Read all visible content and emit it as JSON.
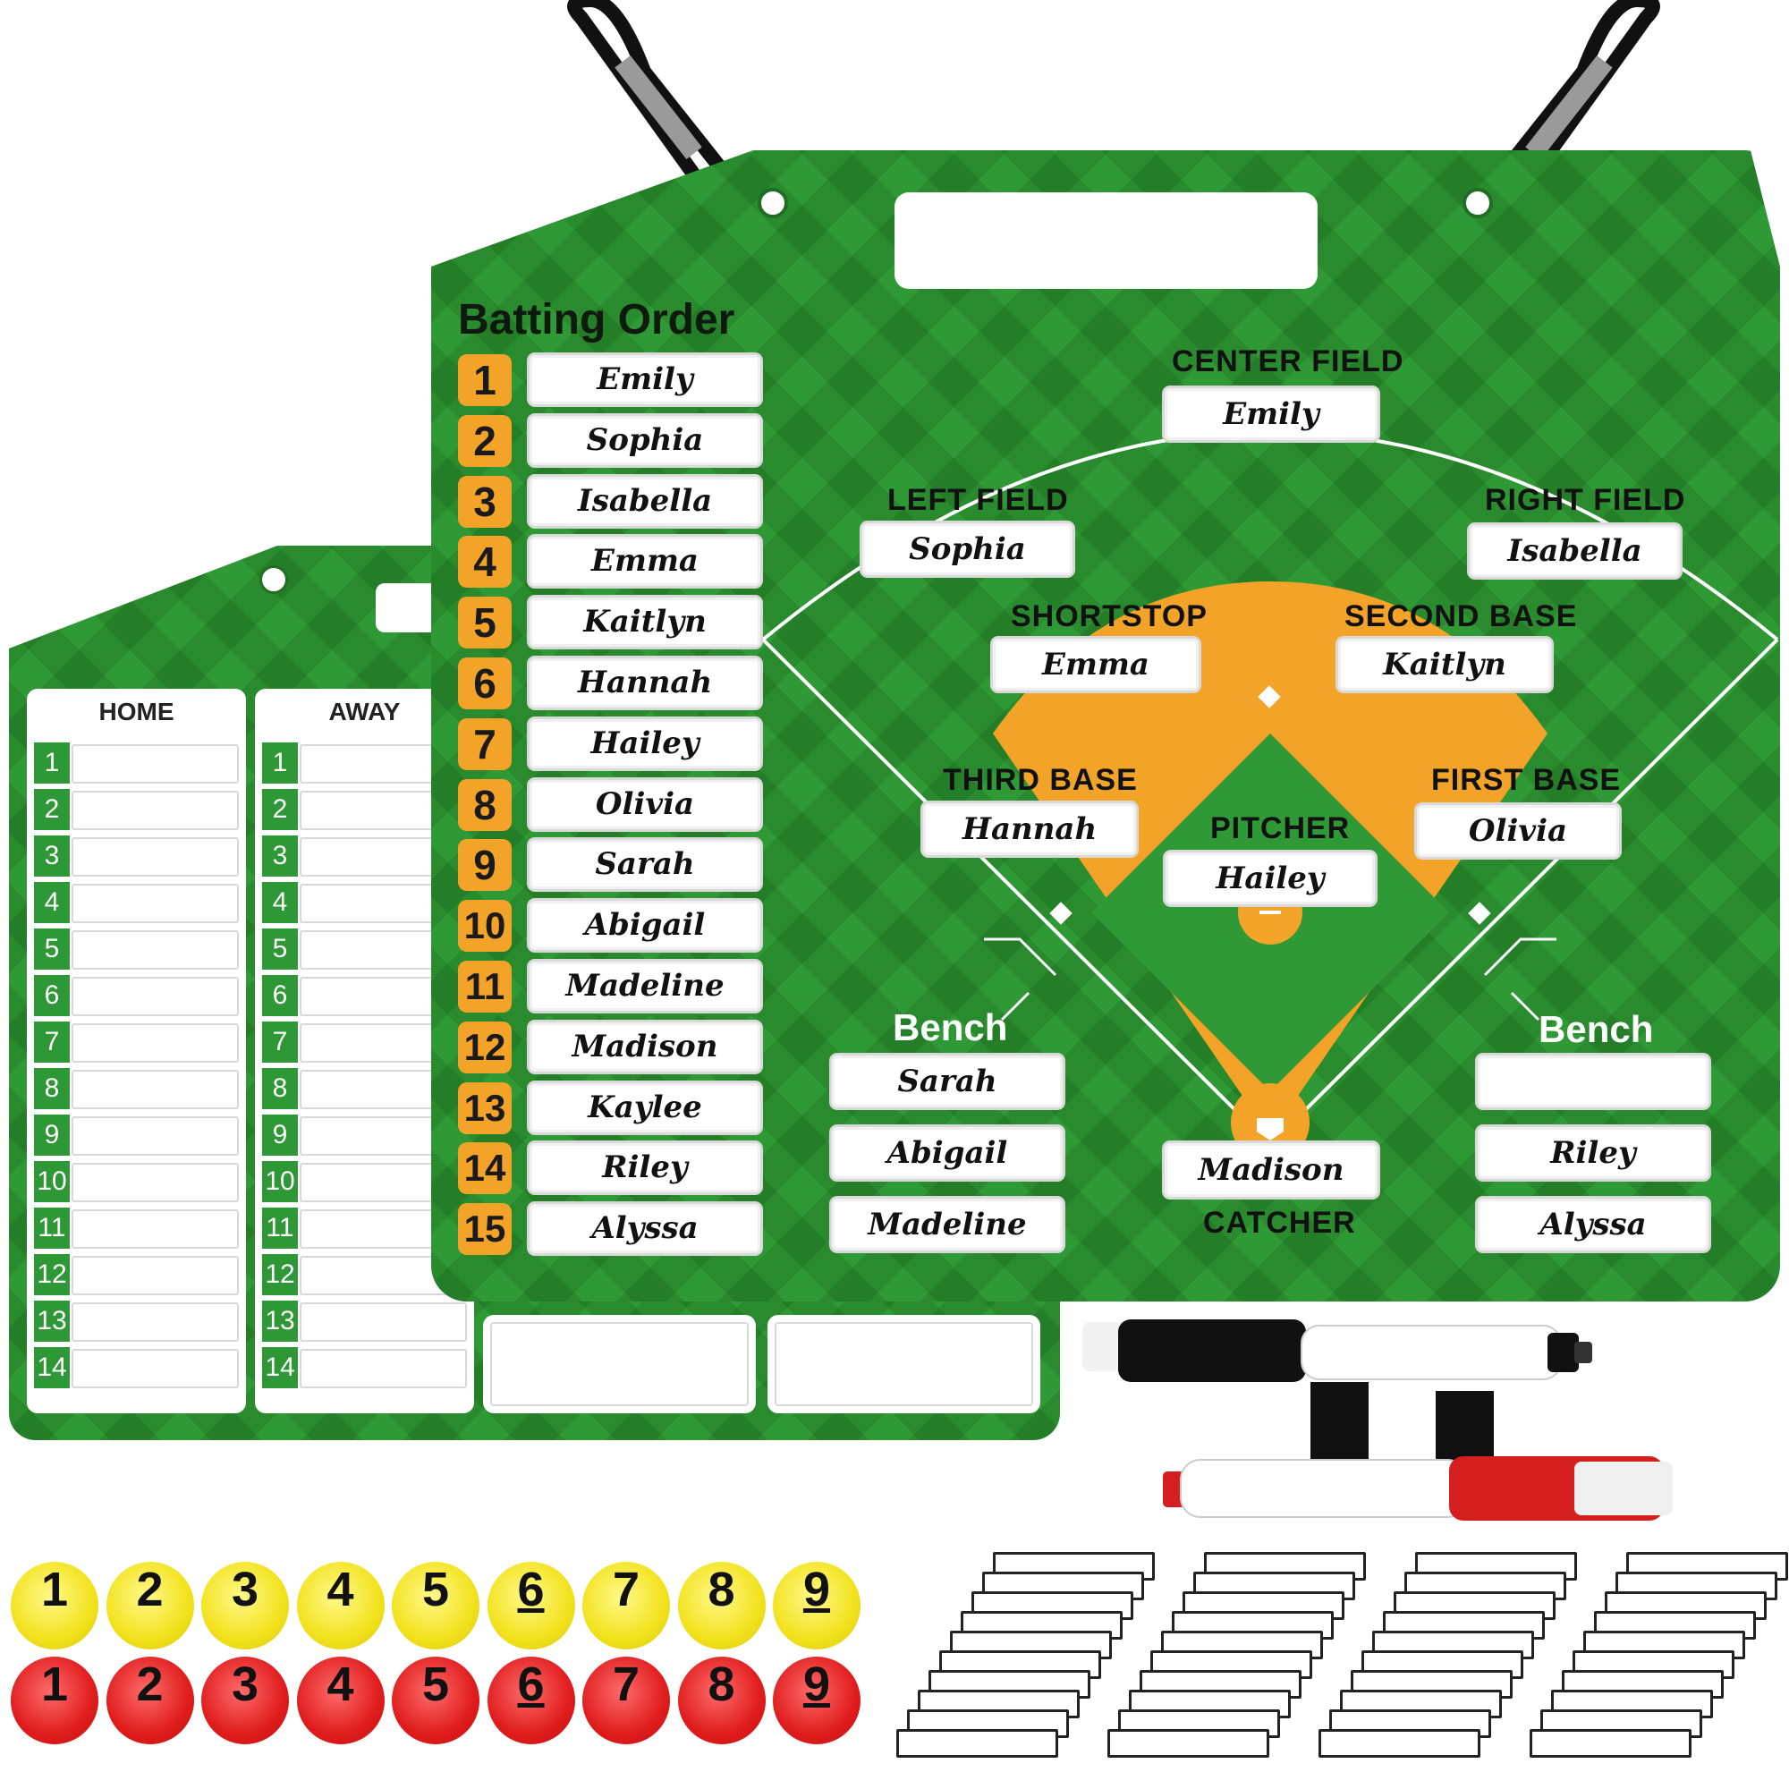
{
  "scoreboard": {
    "home_label": "HOME",
    "away_label": "AWAY",
    "rows": [
      "1",
      "2",
      "3",
      "4",
      "5",
      "6",
      "7",
      "8",
      "9",
      "10",
      "11",
      "12",
      "13",
      "14"
    ]
  },
  "lineup": {
    "title": "Batting Order",
    "order": [
      {
        "num": "1",
        "name": "Emily"
      },
      {
        "num": "2",
        "name": "Sophia"
      },
      {
        "num": "3",
        "name": "Isabella"
      },
      {
        "num": "4",
        "name": "Emma"
      },
      {
        "num": "5",
        "name": "Kaitlyn"
      },
      {
        "num": "6",
        "name": "Hannah"
      },
      {
        "num": "7",
        "name": "Hailey"
      },
      {
        "num": "8",
        "name": "Olivia"
      },
      {
        "num": "9",
        "name": "Sarah"
      },
      {
        "num": "10",
        "name": "Abigail"
      },
      {
        "num": "11",
        "name": "Madeline"
      },
      {
        "num": "12",
        "name": "Madison"
      },
      {
        "num": "13",
        "name": "Kaylee"
      },
      {
        "num": "14",
        "name": "Riley"
      },
      {
        "num": "15",
        "name": "Alyssa"
      }
    ]
  },
  "field": {
    "center_field": {
      "label": "CENTER FIELD",
      "name": "Emily"
    },
    "left_field": {
      "label": "LEFT FIELD",
      "name": "Sophia"
    },
    "right_field": {
      "label": "RIGHT FIELD",
      "name": "Isabella"
    },
    "shortstop": {
      "label": "SHORTSTOP",
      "name": "Emma"
    },
    "second_base": {
      "label": "SECOND BASE",
      "name": "Kaitlyn"
    },
    "third_base": {
      "label": "THIRD BASE",
      "name": "Hannah"
    },
    "first_base": {
      "label": "FIRST BASE",
      "name": "Olivia"
    },
    "pitcher": {
      "label": "PITCHER",
      "name": "Hailey"
    },
    "catcher": {
      "label": "CATCHER",
      "name": "Madison"
    }
  },
  "bench_left": {
    "label": "Bench",
    "names": [
      "Sarah",
      "Abigail",
      "Madeline"
    ]
  },
  "bench_right": {
    "label": "Bench",
    "names": [
      "",
      "Riley",
      "Alyssa"
    ]
  },
  "magnets": {
    "yellow": [
      "1",
      "2",
      "3",
      "4",
      "5",
      "6",
      "7",
      "8",
      "9"
    ],
    "red": [
      "1",
      "2",
      "3",
      "4",
      "5",
      "6",
      "7",
      "8",
      "9"
    ]
  },
  "colors": {
    "board_green": "#2f9a35",
    "infield_orange": "#f4a329",
    "magnet_yellow": "#f2e21c",
    "magnet_red": "#e01d1d",
    "marker_black": "#111111",
    "marker_red": "#d51f1f"
  },
  "icons": [
    "carabiner-icon",
    "baseball-diamond-icon",
    "dry-erase-marker-icon"
  ]
}
